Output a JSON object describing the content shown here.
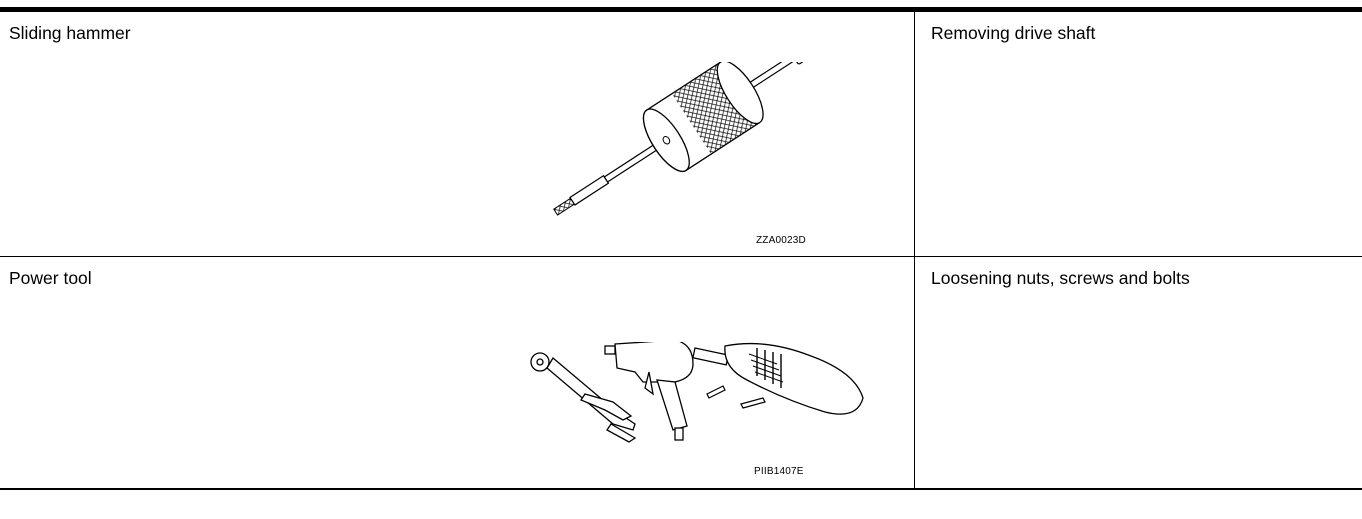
{
  "rows": [
    {
      "tool_name": "Sliding hammer",
      "description": "Removing drive shaft",
      "figure_code": "ZZA0023D",
      "icon": "sliding-hammer-illustration"
    },
    {
      "tool_name": "Power tool",
      "description": "Loosening nuts, screws and bolts",
      "figure_code": "PIIB1407E",
      "icon": "power-tools-illustration"
    }
  ]
}
